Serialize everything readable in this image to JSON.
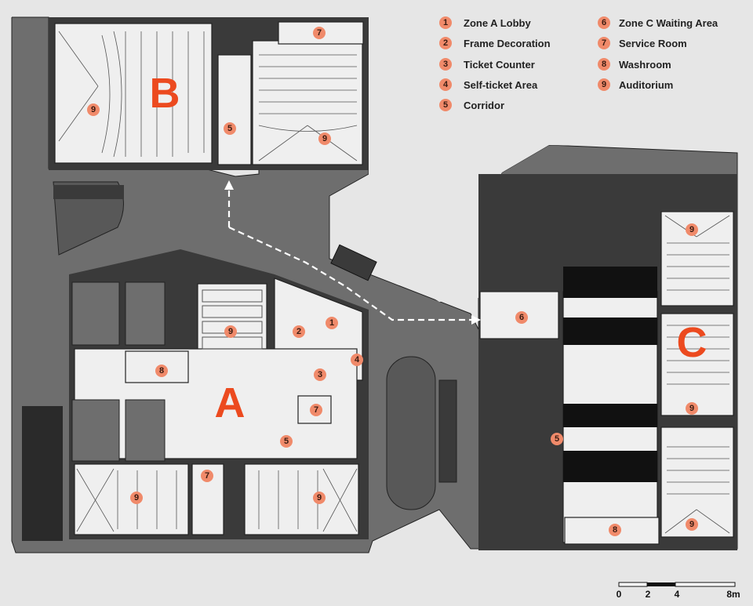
{
  "legend": {
    "left": [
      {
        "num": "1",
        "label": "Zone A Lobby"
      },
      {
        "num": "2",
        "label": "Frame Decoration"
      },
      {
        "num": "3",
        "label": "Ticket Counter"
      },
      {
        "num": "4",
        "label": "Self-ticket Area"
      },
      {
        "num": "5",
        "label": "Corridor"
      }
    ],
    "right": [
      {
        "num": "6",
        "label": "Zone C Waiting Area"
      },
      {
        "num": "7",
        "label": "Service Room"
      },
      {
        "num": "8",
        "label": "Washroom"
      },
      {
        "num": "9",
        "label": "Auditorium"
      }
    ]
  },
  "zones": {
    "a": "A",
    "b": "B",
    "c": "C"
  },
  "markers": {
    "m1": "1",
    "m2": "2",
    "m3": "3",
    "m4": "4",
    "m5a": "5",
    "m5b": "5",
    "m5c": "5",
    "m6": "6",
    "m7a": "7",
    "m7b": "7",
    "m7c": "7",
    "m8a": "8",
    "m8b": "8",
    "m9a": "9",
    "m9b": "9",
    "m9c": "9",
    "m9d": "9",
    "m9e": "9",
    "m9f": "9",
    "m9g": "9",
    "m9h": "9"
  },
  "scale_bar": {
    "t0": "0",
    "t2": "2",
    "t4": "4",
    "t8": "8m"
  },
  "colors": {
    "floor": "#6e6e6e",
    "room": "#efefef",
    "marker": "#f08a6a",
    "zone_letter": "#ec4a1f",
    "route": "#ffffff"
  }
}
